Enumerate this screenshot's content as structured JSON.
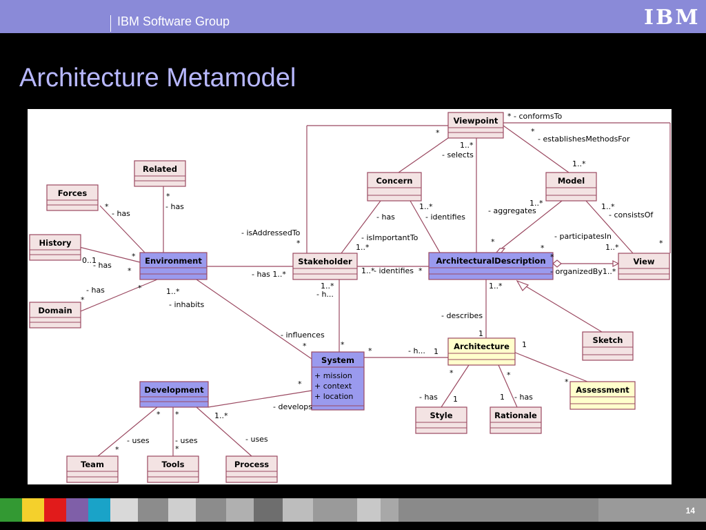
{
  "header": {
    "group": "IBM Software Group",
    "logo": "IBM"
  },
  "slide": {
    "title": "Architecture Metamodel",
    "page": "14"
  },
  "colors": {
    "header": "#8a8ad8",
    "title": "#b8b8ff",
    "pinkClass": "#f3e3e3",
    "blueClass": "#9a9aee",
    "yellowClass": "#ffffcc",
    "line": "#9a4860"
  },
  "classes": [
    {
      "id": "viewpoint",
      "name": "Viewpoint",
      "style": "pink",
      "attrs": []
    },
    {
      "id": "related",
      "name": "Related",
      "style": "pink",
      "attrs": []
    },
    {
      "id": "forces",
      "name": "Forces",
      "style": "pink",
      "attrs": []
    },
    {
      "id": "concern",
      "name": "Concern",
      "style": "pink",
      "attrs": []
    },
    {
      "id": "model",
      "name": "Model",
      "style": "pink",
      "attrs": []
    },
    {
      "id": "history",
      "name": "History",
      "style": "pink",
      "attrs": []
    },
    {
      "id": "environment",
      "name": "Environment",
      "style": "blue",
      "attrs": []
    },
    {
      "id": "stakeholder",
      "name": "Stakeholder",
      "style": "pink",
      "attrs": []
    },
    {
      "id": "archdesc",
      "name": "ArchitecturalDescription",
      "style": "blue",
      "attrs": []
    },
    {
      "id": "view",
      "name": "View",
      "style": "pink",
      "attrs": []
    },
    {
      "id": "domain",
      "name": "Domain",
      "style": "pink",
      "attrs": []
    },
    {
      "id": "architecture",
      "name": "Architecture",
      "style": "yellow",
      "attrs": []
    },
    {
      "id": "sketch",
      "name": "Sketch",
      "style": "pink",
      "attrs": []
    },
    {
      "id": "system",
      "name": "System",
      "style": "blue",
      "attrs": [
        "+ mission",
        "+ context",
        "+ location"
      ]
    },
    {
      "id": "development",
      "name": "Development",
      "style": "blue",
      "attrs": []
    },
    {
      "id": "assessment",
      "name": "Assessment",
      "style": "yellow",
      "attrs": []
    },
    {
      "id": "style",
      "name": "Style",
      "style": "pink",
      "attrs": []
    },
    {
      "id": "rationale",
      "name": "Rationale",
      "style": "pink",
      "attrs": []
    },
    {
      "id": "team",
      "name": "Team",
      "style": "pink",
      "attrs": []
    },
    {
      "id": "tools",
      "name": "Tools",
      "style": "pink",
      "attrs": []
    },
    {
      "id": "process",
      "name": "Process",
      "style": "pink",
      "attrs": []
    }
  ],
  "labels": [
    "* - conformsTo",
    "*",
    "*",
    "- establishesMethodsFor",
    "1..*",
    "- selects",
    "1..*",
    "*",
    "- has",
    "*",
    "- has",
    "1..*",
    "- identifies",
    "- aggregates",
    "1..*",
    "1..*",
    "- consistsOf",
    "- isAddressedTo",
    "*",
    "- isImportantTo",
    "1..*",
    "- has",
    "*",
    "- participatesIn",
    "1..*",
    "*",
    "*",
    "- has",
    "0..1",
    "*",
    "*",
    "- has 1..*",
    "1..*",
    "- identifies",
    "*",
    "*",
    "- organizedBy1..*",
    "- has",
    "*",
    "*",
    "1..*",
    "1..*",
    "- h...",
    "1..*",
    "- inhabits",
    "- describes",
    "1",
    "- influences",
    "*",
    "*",
    "*",
    "- h...",
    "1",
    "1",
    "*",
    "*",
    "*",
    "- develops",
    "*",
    "1..*",
    "- has",
    "1",
    "1",
    "- has",
    "*",
    "*",
    "- uses",
    "- uses",
    "- uses",
    "*",
    "*"
  ],
  "footer_colors": [
    "#339933",
    "#f4d02c",
    "#e11b1b",
    "#7f5fa8",
    "#1aa3c8",
    "#d9d9d9",
    "#8c8c8c",
    "#cfcfcf",
    "#8c8c8c",
    "#b0b0b0",
    "#6e6e6e",
    "#bdbdbd",
    "#9a9a9a",
    "#c8c8c8",
    "#a8a8a8",
    "#8a8a8a"
  ]
}
